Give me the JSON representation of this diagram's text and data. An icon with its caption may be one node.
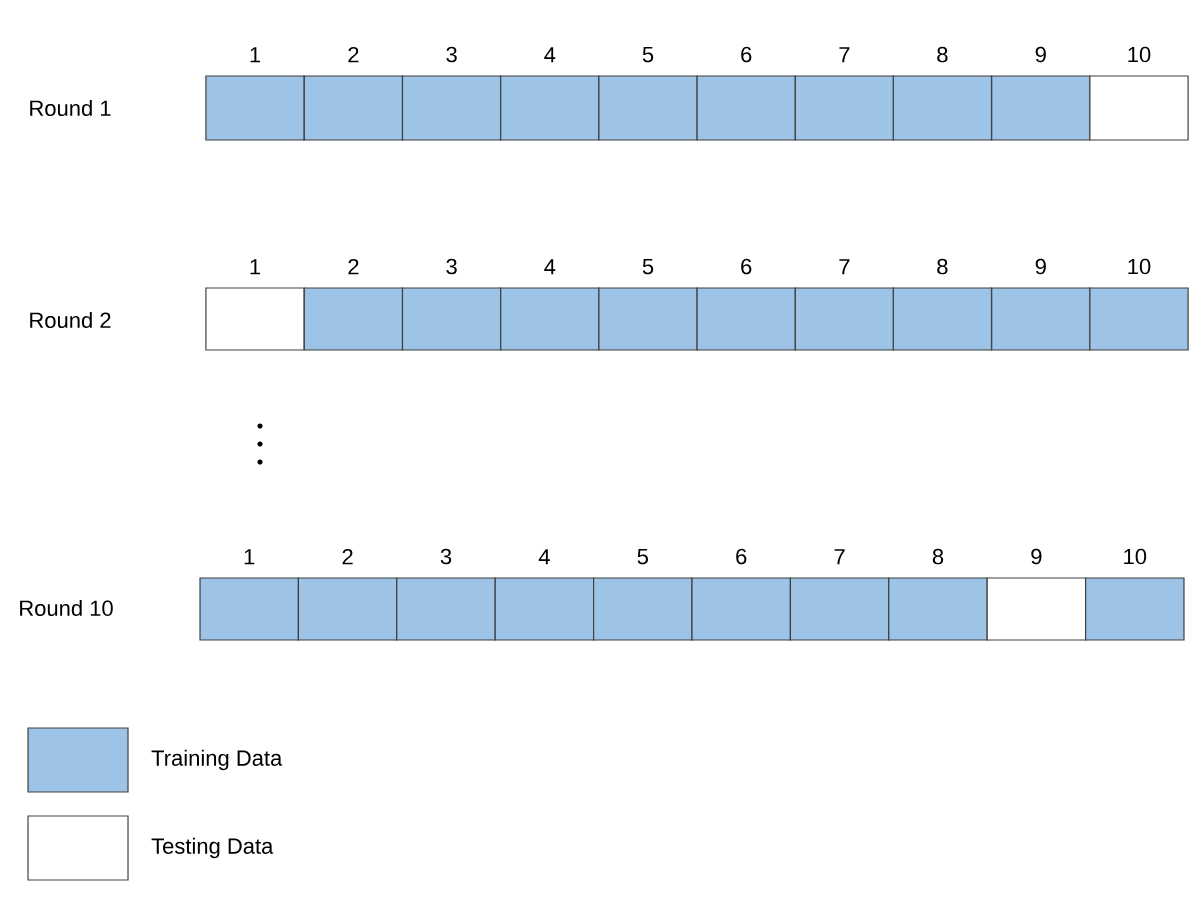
{
  "diagram": {
    "nodes": [
      {
        "text": [
          "1"
        ]
      },
      {
        "text": [
          "2"
        ]
      },
      {
        "text": [
          "3"
        ]
      },
      {
        "text": [
          "4"
        ]
      },
      {
        "text": [
          "5"
        ]
      },
      {
        "text": [
          "6"
        ]
      },
      {
        "text": [
          "7"
        ]
      },
      {
        "text": [
          "8"
        ]
      },
      {
        "text": [
          "9"
        ]
      },
      {
        "text": [
          "10"
        ]
      },
      {
        "text": [
          "1"
        ]
      },
      {
        "text": [
          "2"
        ]
      },
      {
        "text": [
          "3"
        ]
      },
      {
        "text": [
          "4"
        ]
      },
      {
        "text": [
          "5"
        ]
      },
      {
        "text": [
          "6"
        ]
      },
      {
        "text": [
          "7"
        ]
      },
      {
        "text": [
          "8"
        ]
      },
      {
        "text": [
          "9"
        ]
      },
      {
        "text": [
          "10"
        ]
      },
      {
        "text": [
          "1"
        ]
      },
      {
        "text": [
          "2"
        ]
      },
      {
        "text": [
          "3"
        ]
      },
      {
        "text": [
          "4"
        ]
      },
      {
        "text": [
          "5"
        ]
      },
      {
        "text": [
          "6"
        ]
      },
      {
        "text": [
          "7"
        ]
      },
      {
        "text": [
          "8"
        ]
      },
      {
        "text": [
          "9"
        ]
      },
      {
        "text": [
          "10"
        ]
      }
    ],
    "labels": [
      "Round 1",
      "Round 2",
      "Round 10"
    ],
    "legend": [
      {
        "text": "Training Data",
        "color": "#9dc3e6"
      },
      {
        "text": "Testing Data"
      }
    ]
  }
}
